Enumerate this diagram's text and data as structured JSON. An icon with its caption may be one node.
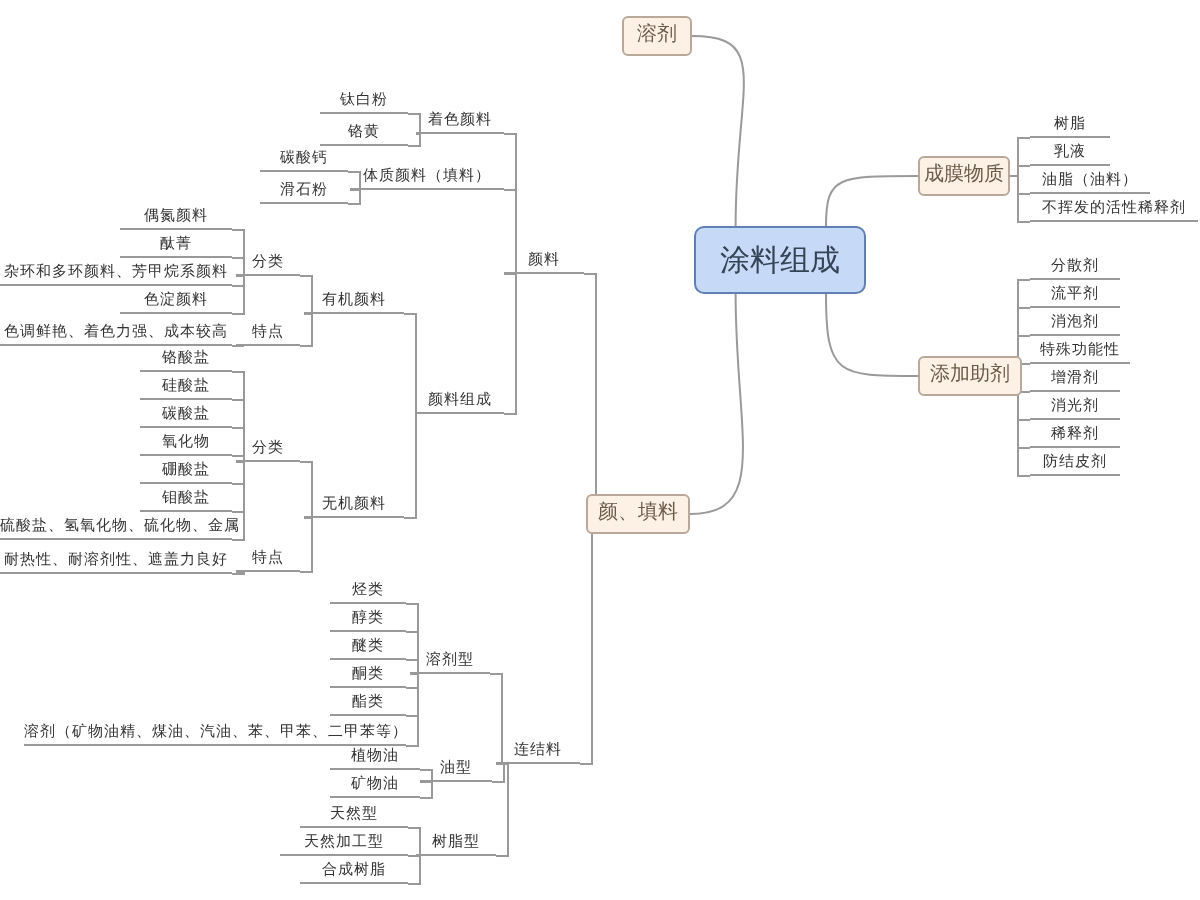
{
  "diagram": {
    "nodes": [
      {
        "text": [
          "涂料组成"
        ]
      },
      {
        "text": [
          "溶剂"
        ]
      },
      {
        "text": [
          "成膜物质"
        ]
      },
      {
        "text": [
          "树脂"
        ]
      },
      {
        "text": [
          "乳液"
        ]
      },
      {
        "text": [
          "油脂（油料）"
        ]
      },
      {
        "text": [
          "不挥发的活性稀释剂"
        ]
      },
      {
        "text": [
          "添加助剂"
        ]
      },
      {
        "text": [
          "分散剂"
        ]
      },
      {
        "text": [
          "流平剂"
        ]
      },
      {
        "text": [
          "消泡剂"
        ]
      },
      {
        "text": [
          "特殊功能性"
        ]
      },
      {
        "text": [
          "增滑剂"
        ]
      },
      {
        "text": [
          "消光剂"
        ]
      },
      {
        "text": [
          "稀释剂"
        ]
      },
      {
        "text": [
          "防结皮剂"
        ]
      },
      {
        "text": [
          "颜、填料"
        ]
      },
      {
        "text": [
          "颜料"
        ]
      },
      {
        "text": [
          "着色颜料"
        ]
      },
      {
        "text": [
          "钛白粉"
        ]
      },
      {
        "text": [
          "铬黄"
        ]
      },
      {
        "text": [
          "体质颜料（填料）"
        ]
      },
      {
        "text": [
          "碳酸钙"
        ]
      },
      {
        "text": [
          "滑石粉"
        ]
      },
      {
        "text": [
          "颜料组成"
        ]
      },
      {
        "text": [
          "有机颜料"
        ]
      },
      {
        "text": [
          "分类"
        ]
      },
      {
        "text": [
          "偶氮颜料"
        ]
      },
      {
        "text": [
          "酞菁"
        ]
      },
      {
        "text": [
          "杂环和多环颜料、芳甲烷系颜料"
        ]
      },
      {
        "text": [
          "色淀颜料"
        ]
      },
      {
        "text": [
          "特点"
        ]
      },
      {
        "text": [
          "色调鲜艳、着色力强、成本较高"
        ]
      },
      {
        "text": [
          "无机颜料"
        ]
      },
      {
        "text": [
          "分类"
        ]
      },
      {
        "text": [
          "铬酸盐"
        ]
      },
      {
        "text": [
          "硅酸盐"
        ]
      },
      {
        "text": [
          "碳酸盐"
        ]
      },
      {
        "text": [
          "氧化物"
        ]
      },
      {
        "text": [
          "硼酸盐"
        ]
      },
      {
        "text": [
          "钼酸盐"
        ]
      },
      {
        "text": [
          "硫酸盐、氢氧化物、硫化物、金属"
        ]
      },
      {
        "text": [
          "特点"
        ]
      },
      {
        "text": [
          "耐热性、耐溶剂性、遮盖力良好"
        ]
      },
      {
        "text": [
          "连结料"
        ]
      },
      {
        "text": [
          "溶剂型"
        ]
      },
      {
        "text": [
          "烃类"
        ]
      },
      {
        "text": [
          "醇类"
        ]
      },
      {
        "text": [
          "醚类"
        ]
      },
      {
        "text": [
          "酮类"
        ]
      },
      {
        "text": [
          "酯类"
        ]
      },
      {
        "text": [
          "溶剂（矿物油精、煤油、汽油、苯、甲苯、二甲苯等）"
        ]
      },
      {
        "text": [
          "油型"
        ]
      },
      {
        "text": [
          "植物油"
        ]
      },
      {
        "text": [
          "矿物油"
        ]
      },
      {
        "text": [
          "树脂型"
        ]
      },
      {
        "text": [
          "天然型"
        ]
      },
      {
        "text": [
          "天然加工型"
        ]
      },
      {
        "text": [
          "合成树脂"
        ]
      }
    ],
    "edges": [
      {
        "from": 0,
        "to": 1,
        "arrow": "none"
      },
      {
        "from": 0,
        "to": 2,
        "arrow": "none"
      },
      {
        "from": 0,
        "to": 7,
        "arrow": "none"
      },
      {
        "from": 0,
        "to": 16,
        "arrow": "none"
      },
      {
        "from": 2,
        "to": 3,
        "arrow": "none"
      },
      {
        "from": 2,
        "to": 4,
        "arrow": "none"
      },
      {
        "from": 2,
        "to": 5,
        "arrow": "none"
      },
      {
        "from": 2,
        "to": 6,
        "arrow": "none"
      },
      {
        "from": 7,
        "to": 8,
        "arrow": "none"
      },
      {
        "from": 7,
        "to": 9,
        "arrow": "none"
      },
      {
        "from": 7,
        "to": 10,
        "arrow": "none"
      },
      {
        "from": 7,
        "to": 11,
        "arrow": "none"
      },
      {
        "from": 7,
        "to": 12,
        "arrow": "none"
      },
      {
        "from": 7,
        "to": 13,
        "arrow": "none"
      },
      {
        "from": 7,
        "to": 14,
        "arrow": "none"
      },
      {
        "from": 7,
        "to": 15,
        "arrow": "none"
      },
      {
        "from": 16,
        "to": 17,
        "arrow": "none"
      },
      {
        "from": 16,
        "to": 44,
        "arrow": "none"
      },
      {
        "from": 17,
        "to": 18,
        "arrow": "none"
      },
      {
        "from": 17,
        "to": 21,
        "arrow": "none"
      },
      {
        "from": 17,
        "to": 24,
        "arrow": "none"
      },
      {
        "from": 18,
        "to": 19,
        "arrow": "none"
      },
      {
        "from": 18,
        "to": 20,
        "arrow": "none"
      },
      {
        "from": 21,
        "to": 22,
        "arrow": "none"
      },
      {
        "from": 21,
        "to": 23,
        "arrow": "none"
      },
      {
        "from": 24,
        "to": 25,
        "arrow": "none"
      },
      {
        "from": 24,
        "to": 33,
        "arrow": "none"
      },
      {
        "from": 25,
        "to": 26,
        "arrow": "none"
      },
      {
        "from": 25,
        "to": 31,
        "arrow": "none"
      },
      {
        "from": 26,
        "to": 27,
        "arrow": "none"
      },
      {
        "from": 26,
        "to": 28,
        "arrow": "none"
      },
      {
        "from": 26,
        "to": 29,
        "arrow": "none"
      },
      {
        "from": 26,
        "to": 30,
        "arrow": "none"
      },
      {
        "from": 31,
        "to": 32,
        "arrow": "none"
      },
      {
        "from": 33,
        "to": 34,
        "arrow": "none"
      },
      {
        "from": 33,
        "to": 42,
        "arrow": "none"
      },
      {
        "from": 34,
        "to": 35,
        "arrow": "none"
      },
      {
        "from": 34,
        "to": 36,
        "arrow": "none"
      },
      {
        "from": 34,
        "to": 37,
        "arrow": "none"
      },
      {
        "from": 34,
        "to": 38,
        "arrow": "none"
      },
      {
        "from": 34,
        "to": 39,
        "arrow": "none"
      },
      {
        "from": 34,
        "to": 40,
        "arrow": "none"
      },
      {
        "from": 34,
        "to": 41,
        "arrow": "none"
      },
      {
        "from": 42,
        "to": 43,
        "arrow": "none"
      },
      {
        "from": 44,
        "to": 45,
        "arrow": "none"
      },
      {
        "from": 44,
        "to": 52,
        "arrow": "none"
      },
      {
        "from": 44,
        "to": 55,
        "arrow": "none"
      },
      {
        "from": 45,
        "to": 46,
        "arrow": "none"
      },
      {
        "from": 45,
        "to": 47,
        "arrow": "none"
      },
      {
        "from": 45,
        "to": 48,
        "arrow": "none"
      },
      {
        "from": 45,
        "to": 49,
        "arrow": "none"
      },
      {
        "from": 45,
        "to": 50,
        "arrow": "none"
      },
      {
        "from": 45,
        "to": 51,
        "arrow": "none"
      },
      {
        "from": 52,
        "to": 53,
        "arrow": "none"
      },
      {
        "from": 52,
        "to": 54,
        "arrow": "none"
      },
      {
        "from": 55,
        "to": 56,
        "arrow": "none"
      },
      {
        "from": 55,
        "to": 57,
        "arrow": "none"
      },
      {
        "from": 55,
        "to": 58,
        "arrow": "none"
      }
    ]
  }
}
